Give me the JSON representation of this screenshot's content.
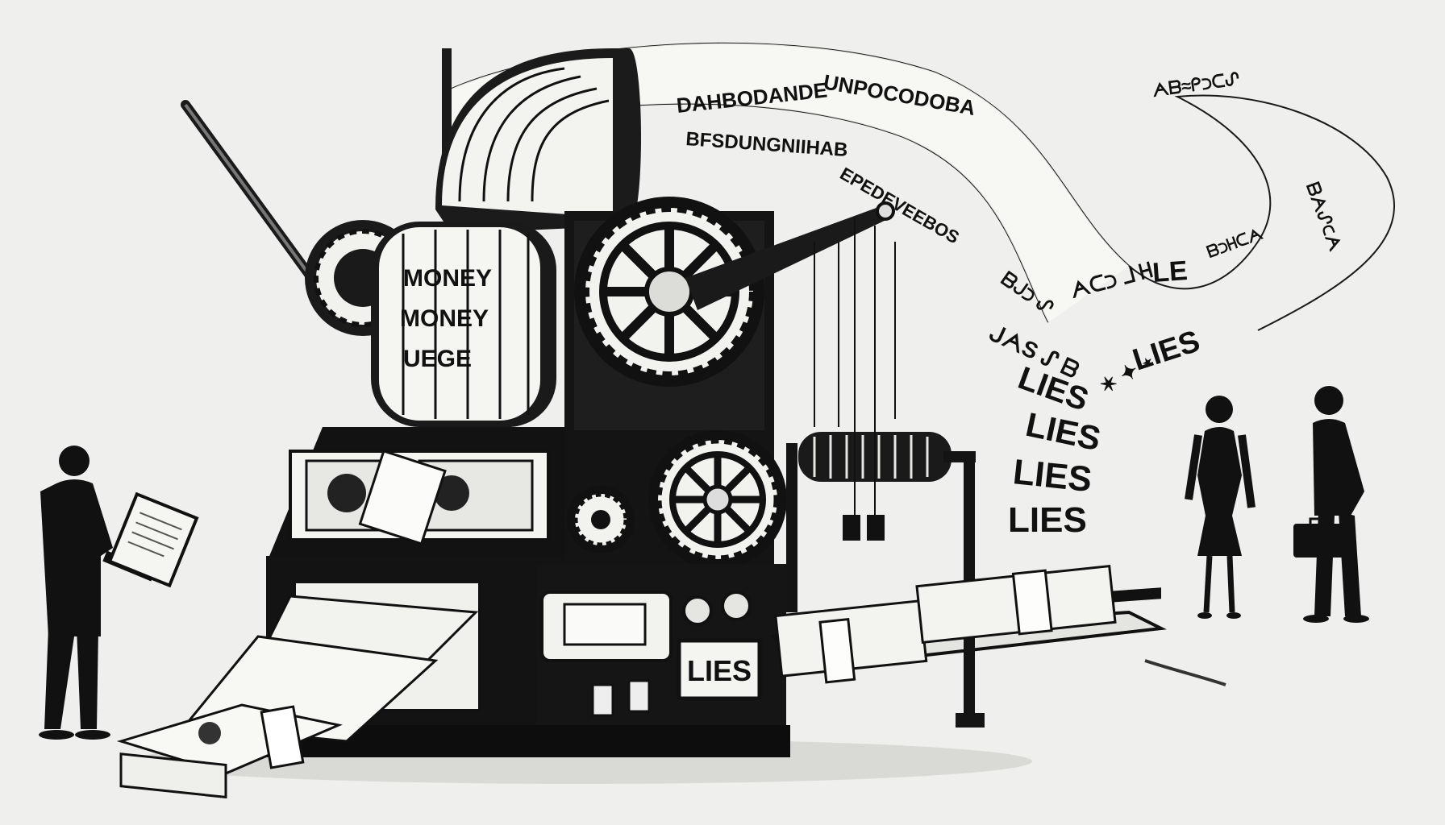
{
  "illustration": {
    "drum_text": [
      "MONEY",
      "MONEY"
    ],
    "machine_sign": "LIES",
    "stream_lies": [
      "LIES",
      "LIES",
      "LIES",
      "LIES",
      "LIES"
    ],
    "garbled_text": [
      "DAHBODANDE",
      "UNPOCODOBA",
      "BFSDUNGNIIHAB",
      "EPEDEVEEBOS"
    ],
    "colors": {
      "paper": "#efefed",
      "ink": "#111111",
      "cash": "#f6f6f2"
    }
  }
}
